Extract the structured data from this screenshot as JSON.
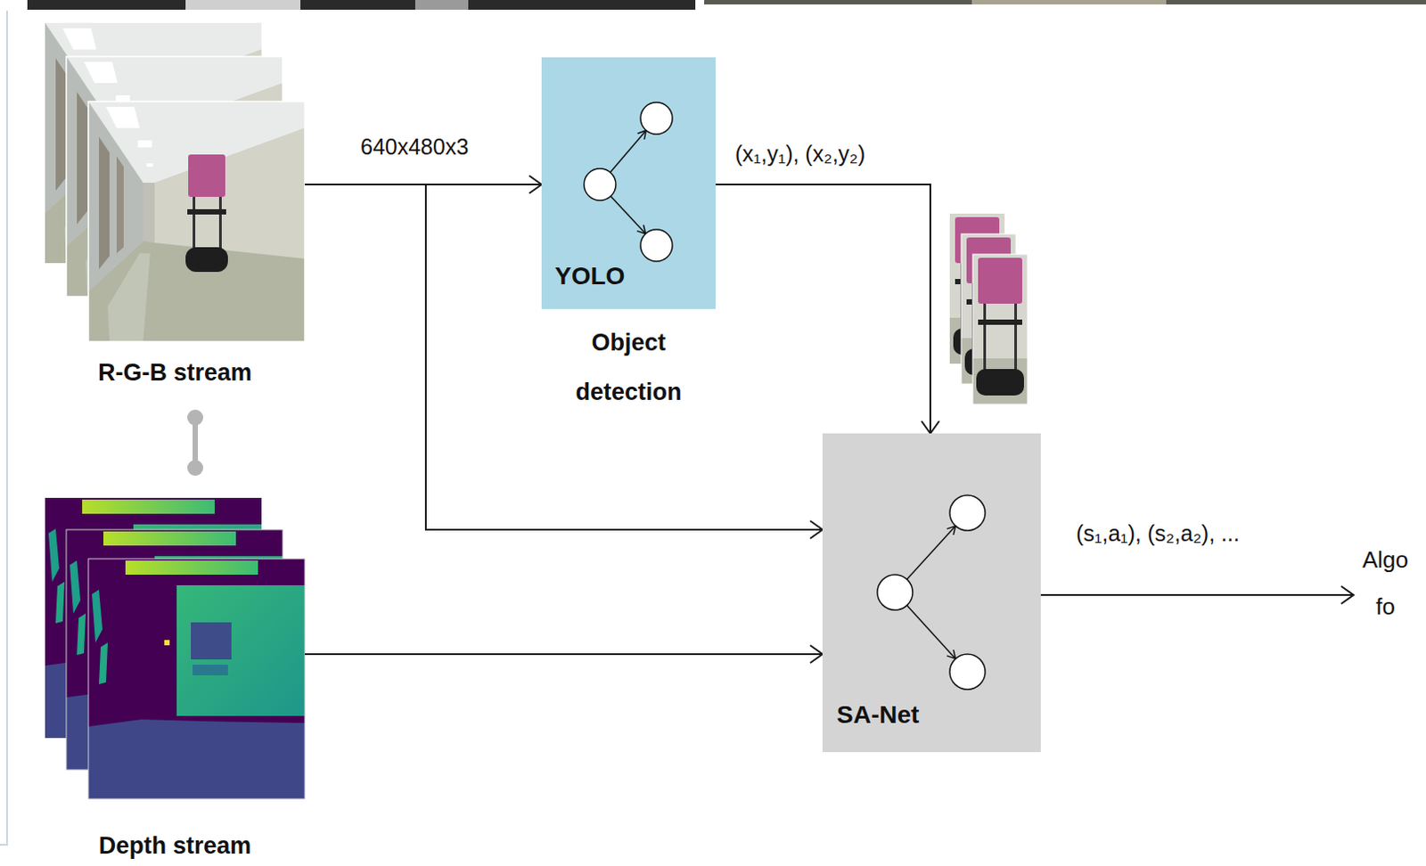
{
  "diagram": {
    "nodes": [
      {
        "text": [
          "R-G-B stream"
        ]
      },
      {
        "text": [
          "YOLO",
          "Object detection"
        ]
      },
      {
        "text": [
          "SA-Net"
        ]
      },
      {
        "text": [
          "Algo fo"
        ]
      },
      {
        "text": [
          "Depth stream"
        ]
      }
    ],
    "edges": [
      {
        "from": 0,
        "to": 1,
        "label": "640x480x3",
        "arrow": "to"
      },
      {
        "from": 0,
        "to": 2,
        "arrow": "to"
      },
      {
        "from": 1,
        "to": 2,
        "label": "(x₁,y₁), (x₂,y₂)",
        "arrow": "to"
      },
      {
        "from": 4,
        "to": 2,
        "arrow": "to"
      },
      {
        "from": 2,
        "to": 3,
        "label": "(s₁,a₁), (s₂,a₂), ...",
        "arrow": "to"
      },
      {
        "from": 0,
        "to": 4,
        "arrow": "none"
      }
    ]
  }
}
